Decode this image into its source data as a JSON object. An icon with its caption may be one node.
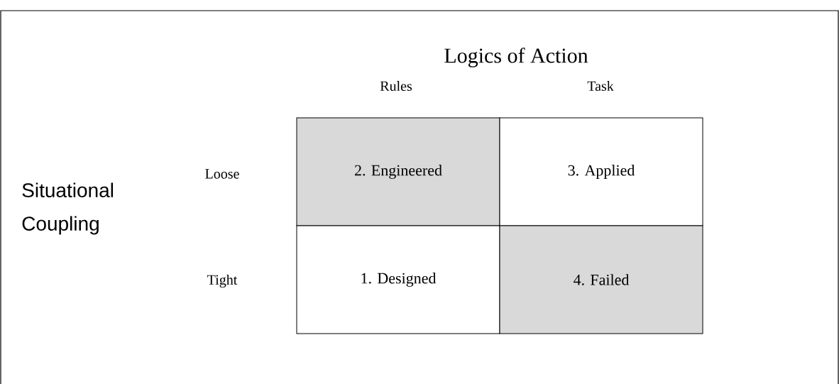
{
  "diagram": {
    "title": "Logics of Action",
    "nodes": [
      {
        "text": [
          "2. Engineered"
        ]
      },
      {
        "text": [
          "3. Applied"
        ]
      },
      {
        "text": [
          "1. Designed"
        ]
      },
      {
        "text": [
          "4. Failed"
        ]
      }
    ],
    "labels": [
      "Rules",
      "Task",
      "Loose",
      "Situational Coupling",
      "Tight"
    ]
  }
}
